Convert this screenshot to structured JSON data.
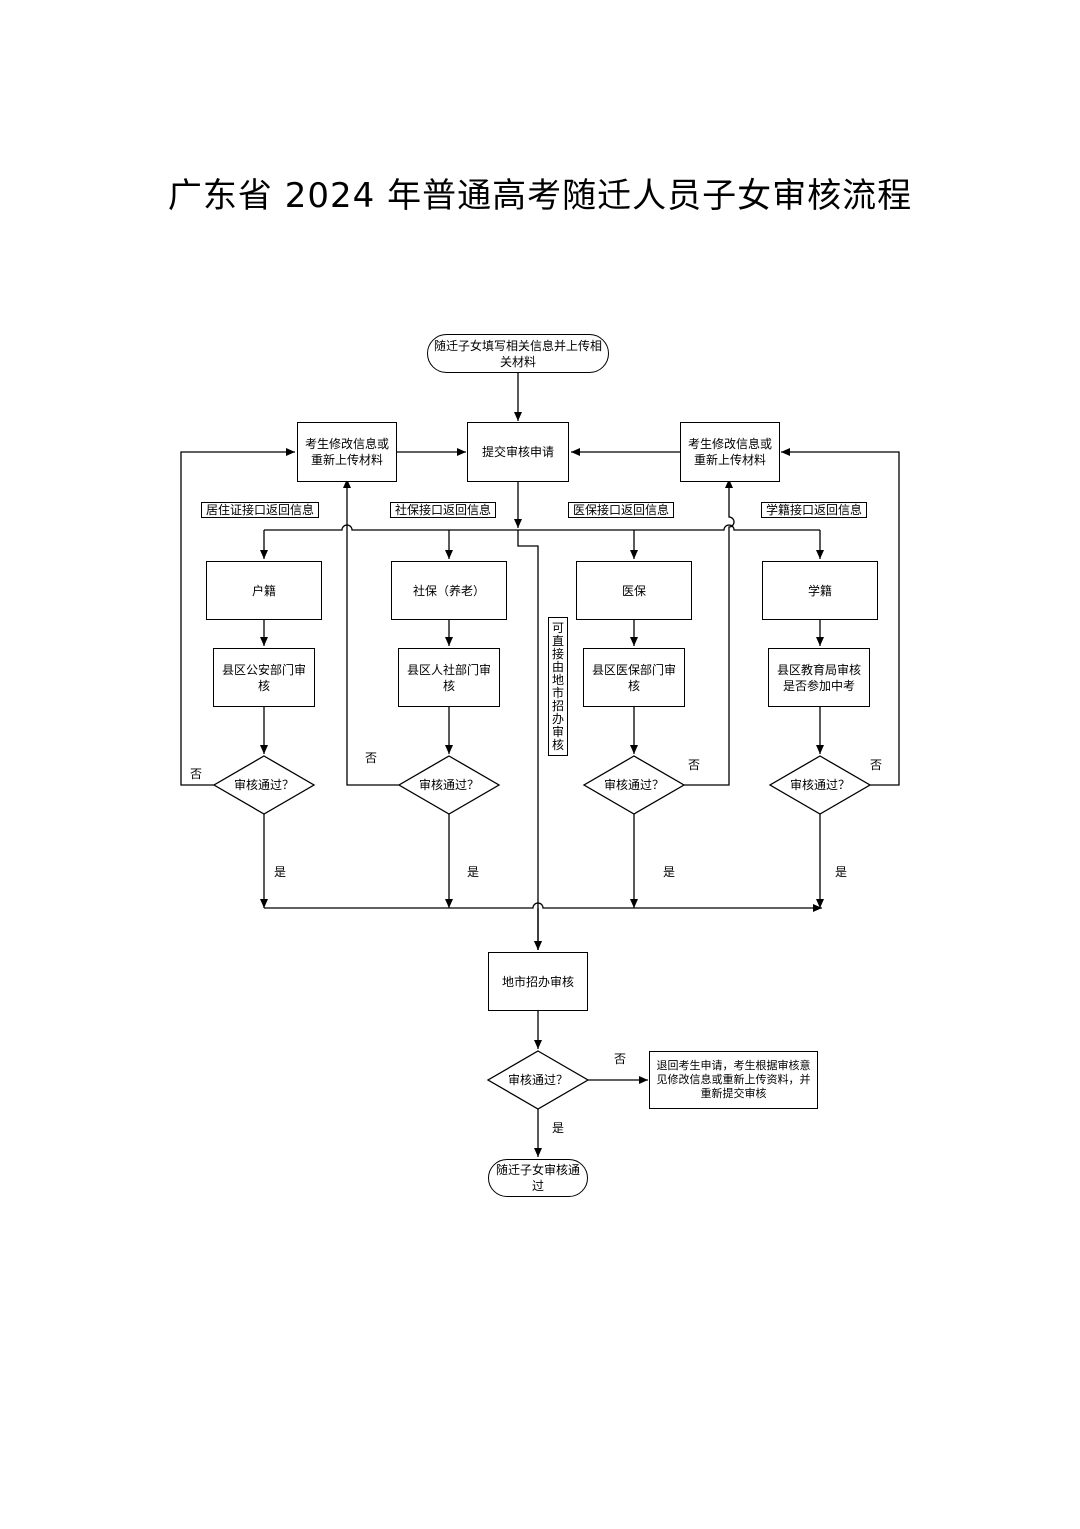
{
  "title": "广东省 2024 年普通高考随迁人员子女审核流程",
  "nodes": {
    "start": "随迁子女填写相关信息并上传相关材料",
    "submit": "提交审核申请",
    "modify_left": "考生修改信息或重新上传材料",
    "modify_right": "考生修改信息或重新上传材料",
    "huji": "户籍",
    "shebao": "社保（养老）",
    "yibao": "医保",
    "xueji": "学籍",
    "review_huji": "县区公安部门审核",
    "review_shebao": "县区人社部门审核",
    "review_yibao": "县区医保部门审核",
    "review_xueji": "县区教育局审核是否参加中考",
    "decision": "审核通过？",
    "city_review": "地市招办审核",
    "reject_box": "退回考生申请，考生根据审核意见修改信息或重新上传资料，并重新提交审核",
    "end": "随迁子女审核通过"
  },
  "interface_labels": {
    "juzhu": "居住证接口返回信息",
    "shebao": "社保接口返回信息",
    "yibao": "医保接口返回信息",
    "xueji": "学籍接口返回信息"
  },
  "direct_label": "可直接由地市招办审核",
  "edge_labels": {
    "yes": "是",
    "no": "否"
  }
}
